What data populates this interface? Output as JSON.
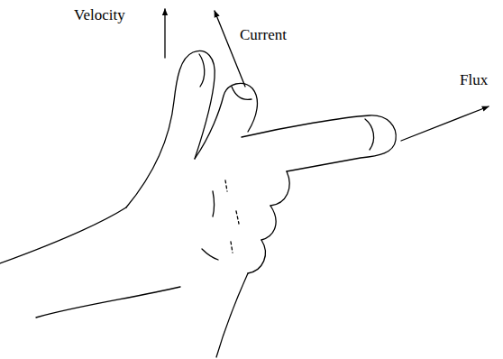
{
  "diagram": {
    "labels": [
      "Velocity",
      "Current",
      "Flux"
    ]
  }
}
